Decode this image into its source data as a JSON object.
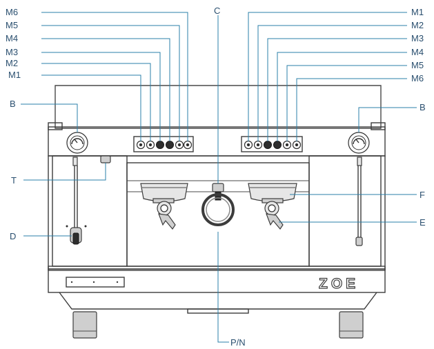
{
  "diagram": {
    "labels_left_group": [
      "M6",
      "M5",
      "M4",
      "M3",
      "M2",
      "M1"
    ],
    "labels_right_group": [
      "M1",
      "M2",
      "M3",
      "M4",
      "M5",
      "M6"
    ],
    "label_B_left": "B",
    "label_B_right": "B",
    "label_C": "C",
    "label_T": "T",
    "label_D": "D",
    "label_F": "F",
    "label_E": "E",
    "label_PN": "P/N",
    "logo_text": "ZOE"
  },
  "colors": {
    "leader_line": "#2a7fa8",
    "label_text": "#2a4f6f",
    "machine_outline": "#3c3c3c"
  }
}
